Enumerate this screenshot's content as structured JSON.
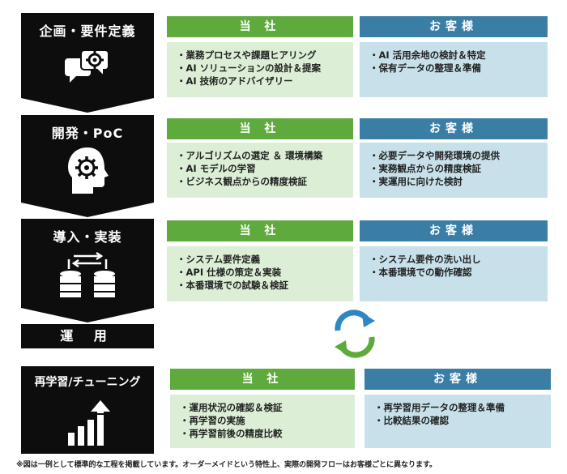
{
  "phases": [
    {
      "title": "企画・要件定義",
      "icon": "chat-gear-icon",
      "company": {
        "header": "当 社",
        "items": [
          "業務プロセスや課題ヒアリング",
          "AI ソリューションの設計＆提案",
          "AI 技術のアドバイザリー"
        ]
      },
      "client": {
        "header": "お客様",
        "items": [
          "AI 活用余地の検討＆特定",
          "保有データの整理＆準備"
        ]
      }
    },
    {
      "title": "開発・PoC",
      "icon": "head-gear-icon",
      "company": {
        "header": "当 社",
        "items": [
          "アルゴリズムの選定 ＆ 環境構築",
          "AI モデルの学習",
          "ビジネス観点からの精度検証"
        ]
      },
      "client": {
        "header": "お客様",
        "items": [
          "必要データや開発環境の提供",
          "実務観点からの精度検証",
          "実運用に向けた検討"
        ]
      }
    },
    {
      "title": "導入・実装",
      "icon": "database-sync-icon",
      "company": {
        "header": "当 社",
        "items": [
          "システム要件定義",
          "API 仕様の策定＆実装",
          "本番環境での試験＆検証"
        ]
      },
      "client": {
        "header": "お客様",
        "items": [
          "システム要件の洗い出し",
          "本番環境での動作確認"
        ]
      }
    },
    {
      "title": "再学習/チューニング",
      "icon": "growth-chart-icon",
      "company": {
        "header": "当 社",
        "items": [
          "運用状況の確認＆検証",
          "再学習の実施",
          "再学習前後の精度比較"
        ]
      },
      "client": {
        "header": "お客様",
        "items": [
          "再学習用データの整理＆準備",
          "比較結果の確認"
        ]
      }
    }
  ],
  "operation_label": "運 用",
  "cycle_icon": "cycle-arrows-icon",
  "footnote": "※図は一例として標準的な工程を掲載しています。オーダーメイドという特性上、実際の開発フローはお客様ごとに異なります。",
  "colors": {
    "company": "#5eaa3c",
    "company_bg": "#dcefd6",
    "client": "#3a7ea6",
    "client_bg": "#c7e0ea",
    "phase": "#0d0d0d"
  }
}
